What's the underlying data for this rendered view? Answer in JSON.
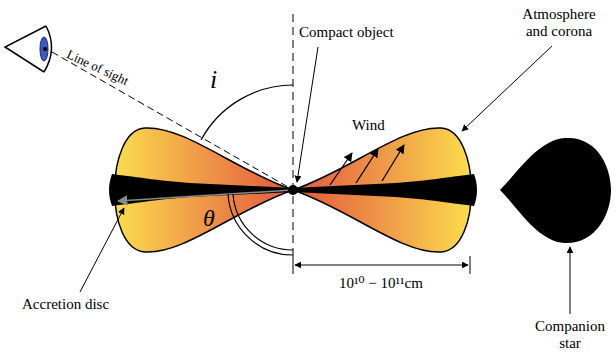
{
  "diagram": {
    "labels": [
      "Compact object",
      "Atmosphere and corona",
      "Line of sight",
      "i",
      "Wind",
      "θ",
      "Accretion disc",
      "10¹⁰ − 10¹¹cm",
      "Companion star"
    ]
  }
}
